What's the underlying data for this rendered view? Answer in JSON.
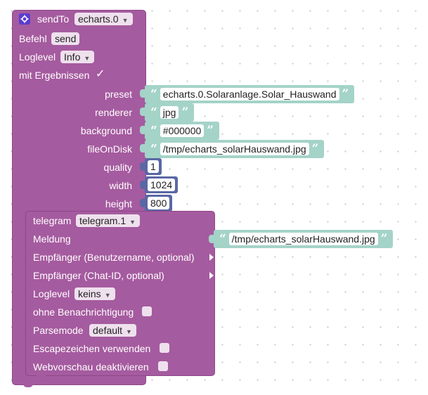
{
  "sendto": {
    "title": "sendTo",
    "instance": "echarts.0",
    "befehl_label": "Befehl",
    "befehl_value": "send",
    "loglevel_label": "Loglevel",
    "loglevel_value": "Info",
    "results_label": "mit Ergebnissen",
    "results_check": "✓",
    "params": [
      {
        "label": "preset",
        "type": "string",
        "value": "echarts.0.Solaranlage.Solar_Hauswand"
      },
      {
        "label": "renderer",
        "type": "string",
        "value": "jpg"
      },
      {
        "label": "background",
        "type": "string",
        "value": "#000000"
      },
      {
        "label": "fileOnDisk",
        "type": "string",
        "value": "/tmp/echarts_solarHauswand.jpg"
      },
      {
        "label": "quality",
        "type": "number",
        "value": "1"
      },
      {
        "label": "width",
        "type": "number",
        "value": "1024"
      },
      {
        "label": "height",
        "type": "number",
        "value": "800"
      }
    ]
  },
  "telegram": {
    "title": "telegram",
    "instance": "telegram.1",
    "meldung_label": "Meldung",
    "meldung_value": "/tmp/echarts_solarHauswand.jpg",
    "empf_user_label": "Empfänger (Benutzername, optional)",
    "empf_chat_label": "Empfänger (Chat-ID, optional)",
    "loglevel_label": "Loglevel",
    "loglevel_value": "keins",
    "ohne_label": "ohne Benachrichtigung",
    "parsemode_label": "Parsemode",
    "parsemode_value": "default",
    "escape_label": "Escapezeichen verwenden",
    "webpreview_label": "Webvorschau deaktivieren"
  },
  "colors": {
    "procedure_block": "#a55b9f",
    "string_block": "#a4d3c8",
    "number_block": "#5b67a5",
    "gear_icon": "#5a3ccf"
  },
  "icons": {
    "gear": "gear-icon",
    "dropdown": "dropdown-arrow-icon",
    "quote": "quote-icon"
  }
}
